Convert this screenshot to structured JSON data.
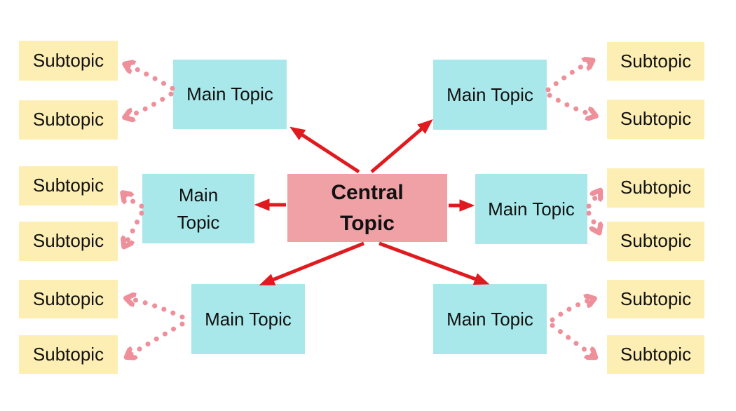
{
  "diagram": {
    "type": "mind-map",
    "central": {
      "label": "Central Topic"
    },
    "main_topics": [
      {
        "position": "top-left",
        "label": "Main Topic"
      },
      {
        "position": "top-right",
        "label": "Main Topic"
      },
      {
        "position": "middle-left",
        "label": "Main Topic"
      },
      {
        "position": "middle-right",
        "label": "Main Topic"
      },
      {
        "position": "bottom-left",
        "label": "Main Topic"
      },
      {
        "position": "bottom-right",
        "label": "Main Topic"
      }
    ],
    "subtopics": [
      {
        "position": "left-1",
        "label": "Subtopic"
      },
      {
        "position": "left-2",
        "label": "Subtopic"
      },
      {
        "position": "left-3",
        "label": "Subtopic"
      },
      {
        "position": "left-4",
        "label": "Subtopic"
      },
      {
        "position": "left-5",
        "label": "Subtopic"
      },
      {
        "position": "left-6",
        "label": "Subtopic"
      },
      {
        "position": "right-1",
        "label": "Subtopic"
      },
      {
        "position": "right-2",
        "label": "Subtopic"
      },
      {
        "position": "right-3",
        "label": "Subtopic"
      },
      {
        "position": "right-4",
        "label": "Subtopic"
      },
      {
        "position": "right-5",
        "label": "Subtopic"
      },
      {
        "position": "right-6",
        "label": "Subtopic"
      }
    ],
    "connections": {
      "solid": "central-to-main",
      "dotted": "main-to-subtopic"
    },
    "colors": {
      "central_bg": "#f0a1a6",
      "main_bg": "#a9e8ea",
      "subtopic_bg": "#fdeeb4",
      "solid_arrow": "#e01b20",
      "dotted_arrow": "#ee8f9a",
      "text": "#111111",
      "background": "#ffffff"
    }
  }
}
